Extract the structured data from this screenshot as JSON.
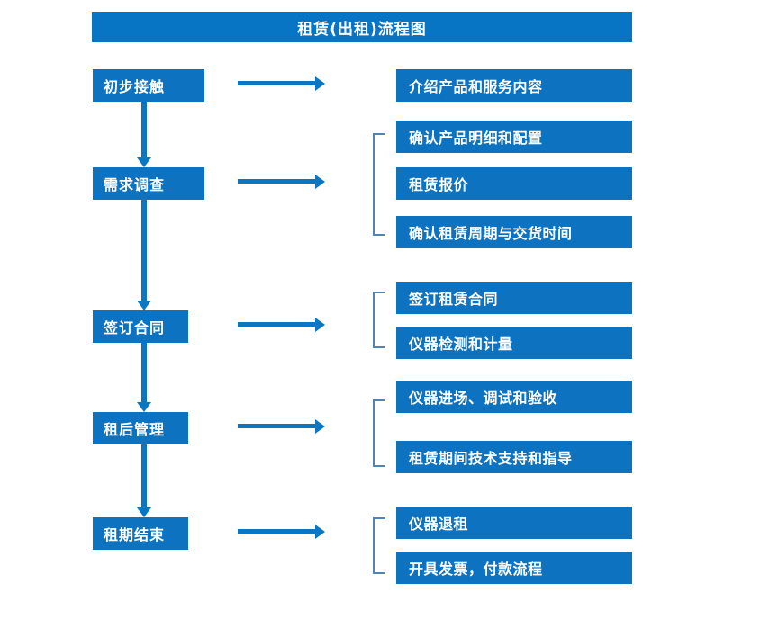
{
  "diagram": {
    "title": "租赁(出租)流程图",
    "colors": {
      "box_blue": "#0d72c0",
      "banner_blue": "#0874c4",
      "arrow_blue": "#0b76c2",
      "bracket_blue": "#5183b4",
      "text_white": "#ffffff",
      "background": "#ffffff"
    },
    "stages": [
      {
        "label": "初步接触",
        "details": [
          "介绍产品和服务内容"
        ]
      },
      {
        "label": "需求调查",
        "details": [
          "确认产品明细和配置",
          "租赁报价",
          "确认租赁周期与交货时间"
        ]
      },
      {
        "label": "签订合同",
        "details": [
          "签订租赁合同",
          "仪器检测和计量"
        ]
      },
      {
        "label": "租后管理",
        "details": [
          "仪器进场、调试和验收",
          "租赁期间技术支持和指导"
        ]
      },
      {
        "label": "租期结束",
        "details": [
          "仪器退租",
          "开具发票，付款流程"
        ]
      }
    ]
  }
}
